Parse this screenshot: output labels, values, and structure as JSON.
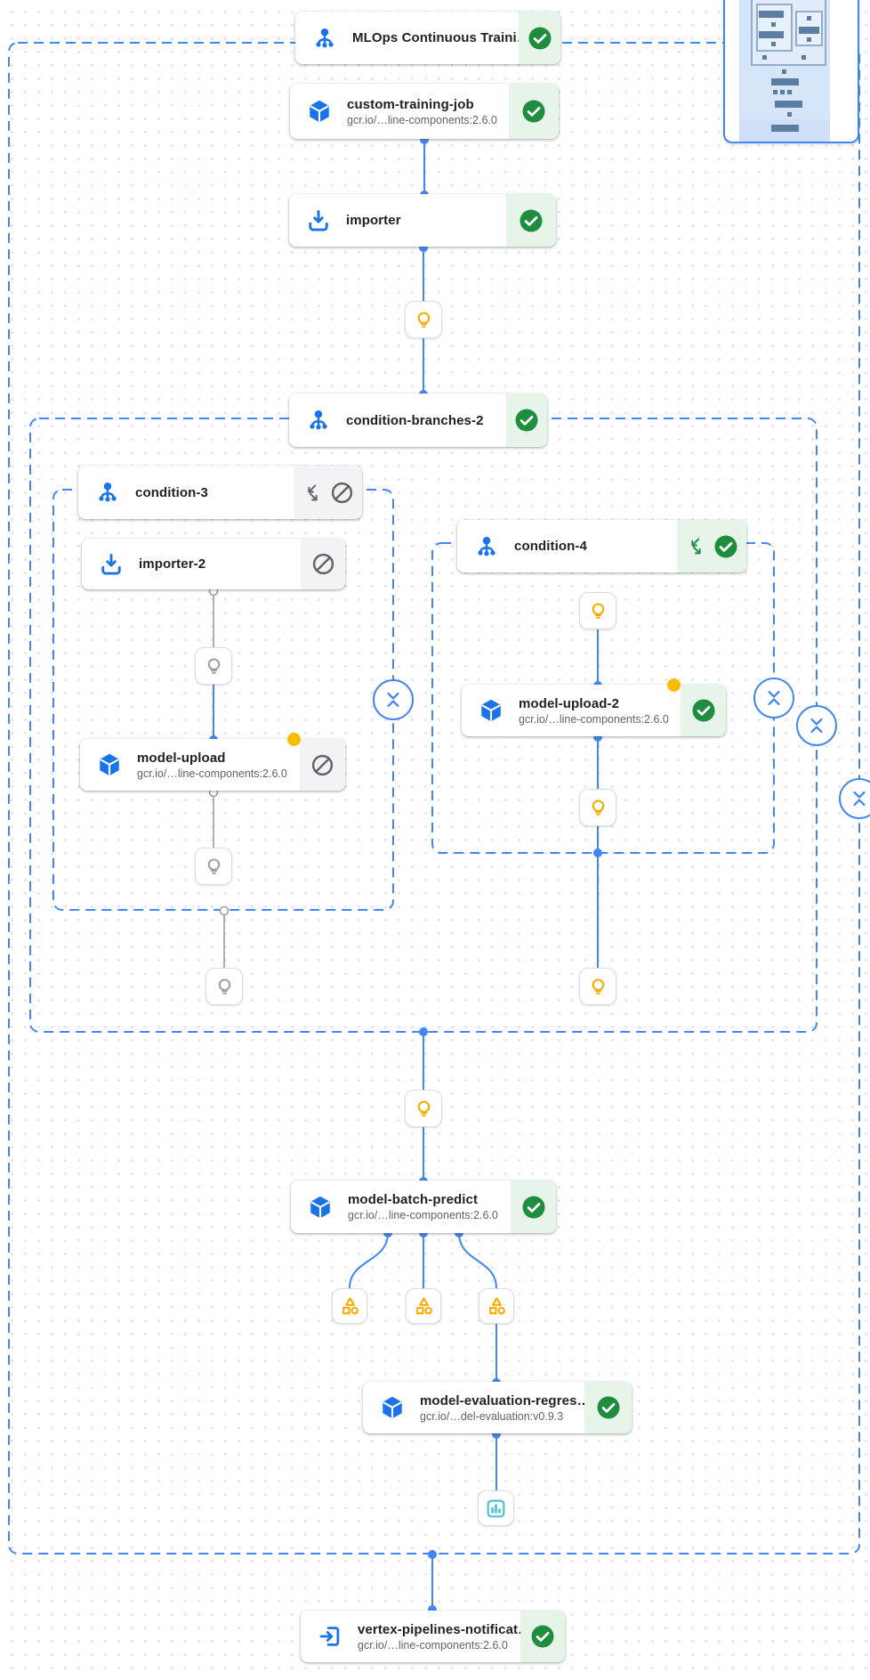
{
  "pipeline": {
    "nodes": [
      {
        "id": "mlops-continuous-training",
        "title": "MLOps Continuous Traini…",
        "icon": "dag-icon",
        "status": "succeeded"
      },
      {
        "id": "custom-training-job",
        "title": "custom-training-job",
        "subtitle": "gcr.io/…line-components:2.6.0",
        "icon": "cube-icon",
        "status": "succeeded"
      },
      {
        "id": "importer",
        "title": "importer",
        "icon": "importer-icon",
        "status": "succeeded"
      },
      {
        "id": "condition-branches-2",
        "title": "condition-branches-2",
        "icon": "dag-icon",
        "status": "succeeded"
      },
      {
        "id": "condition-3",
        "title": "condition-3",
        "icon": "dag-icon",
        "status": "skipped",
        "expandable": true
      },
      {
        "id": "importer-2",
        "title": "importer-2",
        "icon": "importer-icon",
        "status": "skipped"
      },
      {
        "id": "model-upload",
        "title": "model-upload",
        "subtitle": "gcr.io/…line-components:2.6.0",
        "icon": "cube-icon",
        "status": "skipped",
        "warning_dot": true
      },
      {
        "id": "condition-4",
        "title": "condition-4",
        "icon": "dag-icon",
        "status": "succeeded",
        "expandable": true
      },
      {
        "id": "model-upload-2",
        "title": "model-upload-2",
        "subtitle": "gcr.io/…line-components:2.6.0",
        "icon": "cube-icon",
        "status": "succeeded",
        "warning_dot": true
      },
      {
        "id": "model-batch-predict",
        "title": "model-batch-predict",
        "subtitle": "gcr.io/…line-components:2.6.0",
        "icon": "cube-icon",
        "status": "succeeded"
      },
      {
        "id": "model-evaluation-regression",
        "title": "model-evaluation-regres…",
        "subtitle": "gcr.io/…del-evaluation:v0.9.3",
        "icon": "cube-icon",
        "status": "succeeded"
      },
      {
        "id": "vertex-pipelines-notification",
        "title": "vertex-pipelines-notificat…",
        "subtitle": "gcr.io/…line-components:2.6.0",
        "icon": "exit-to-app-icon",
        "status": "succeeded"
      }
    ],
    "groups": [
      "mlops-continuous-training",
      "condition-branches-2",
      "condition-3",
      "condition-4"
    ],
    "markers": {
      "parameter_bulbs_yellow": 5,
      "parameter_bulbs_gray": 3,
      "artifact_markers": 3,
      "metrics_markers": 1
    },
    "minimap_visible": true
  },
  "colors": {
    "edge-blue": "#4285f4",
    "dash-blue": "#4285f4",
    "edge-gray": "#9aa0a6",
    "icon-blue": "#1a73e8",
    "success-green": "#1e8e3e",
    "success-bg": "#e6f4ea",
    "skipped-gray": "#5f6368",
    "skipped-bg": "#f1f3f4",
    "warn-yellow": "#fbbc04",
    "bulb-yellow": "#f9ab00",
    "bulb-gray": "#9aa0a6",
    "artifact-yellow": "#f9ab00",
    "metrics-teal": "#3fc0d4",
    "title-text": "#202124",
    "subtitle-text": "#5f6368",
    "dot-grid": "#e2e4e8",
    "card-border": "#dadce0",
    "minimap-border": "#4285f4",
    "minimap-viewport": "#d7e5fa",
    "minimap-bar": "#5b7da3"
  }
}
